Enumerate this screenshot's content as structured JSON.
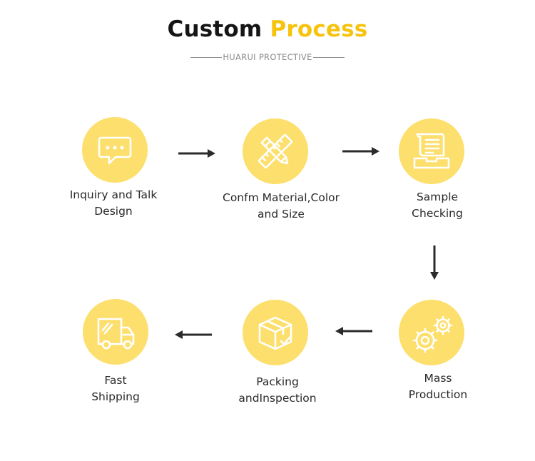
{
  "header": {
    "title_part1": "Custom",
    "title_part2": "Process",
    "subtitle": "HUARUI PROTECTIVE"
  },
  "colors": {
    "accent": "#f6c30e",
    "circle_fill": "#fddf6d",
    "title_dark": "#151515",
    "text": "#2a2a2a",
    "arrow": "#2b2b2b"
  },
  "steps": [
    {
      "icon": "chat-bubble-icon",
      "label_line1": "Inquiry and Talk",
      "label_line2": "Design"
    },
    {
      "icon": "pencil-ruler-icon",
      "label_line1": "Confm Material,Color",
      "label_line2": "and Size"
    },
    {
      "icon": "document-tray-icon",
      "label_line1": "Sample",
      "label_line2": "Checking"
    },
    {
      "icon": "gears-icon",
      "label_line1": "Mass",
      "label_line2": "Production"
    },
    {
      "icon": "package-check-icon",
      "label_line1": "Packing",
      "label_line2": "andInspection"
    },
    {
      "icon": "delivery-truck-icon",
      "label_line1": "Fast",
      "label_line2": "Shipping"
    }
  ]
}
